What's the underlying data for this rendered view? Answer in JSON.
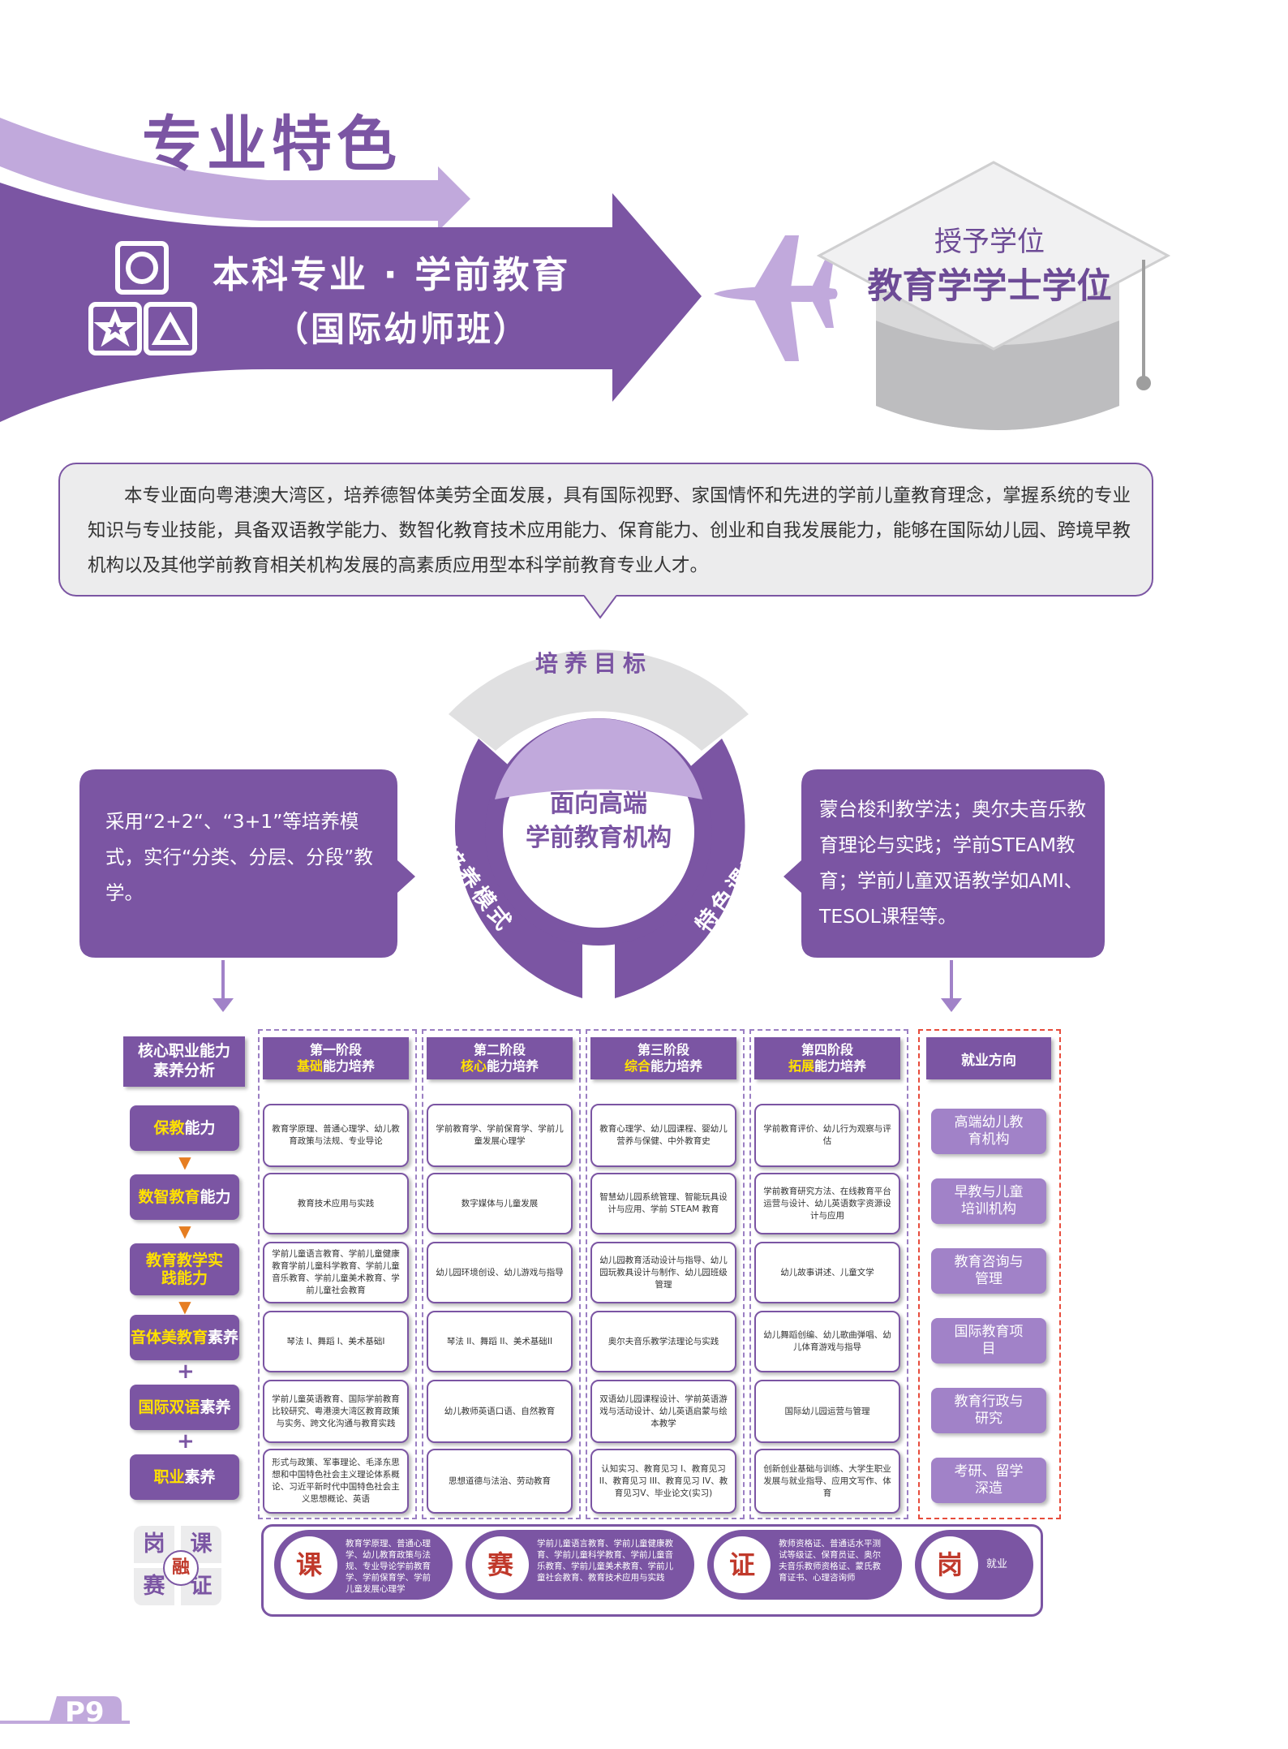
{
  "header": {
    "title": "专业特色",
    "major_line1": "本科专业 · 学前教育",
    "major_line2": "（国际幼师班）",
    "degree_label": "授予学位",
    "degree_name": "教育学学士学位"
  },
  "intro": "本专业面向粤港澳大湾区，培养德智体美劳全面发展，具有国际视野、家国情怀和先进的学前儿童教育理念，掌握系统的专业知识与专业技能，具备双语教学能力、数智化教育技术应用能力、保育能力、创业和自我发展能力，能够在国际幼儿园、跨境早教机构以及其他学前教育相关机构发展的高素质应用型本科学前教育专业人才。",
  "ring": {
    "top_label": "培养目标",
    "left_label": "培养模式",
    "right_label": "特色课程",
    "center_line1": "面向高端",
    "center_line2": "学前教育机构"
  },
  "left_box": {
    "text": "采用“2+2“、“3+1”等培养模式，实行“分类、分层、分段”教学。"
  },
  "right_box": {
    "text": "蒙台梭利教学法；奥尔夫音乐教育理论与实践；学前STEAM教育；学前儿童双语教学如AMI、TESOL课程等。"
  },
  "core": {
    "head_line1": "核心职业能力",
    "head_line2": "素养分析",
    "abilities": [
      {
        "hl": "保教",
        "rest": "能力"
      },
      {
        "hl": "数智教育",
        "rest": "能力"
      },
      {
        "hl": "教育教学实践能力",
        "rest": ""
      },
      {
        "hl": "音体美教育",
        "rest": "素养"
      },
      {
        "hl": "国际双语",
        "rest": "素养"
      },
      {
        "hl": "职业",
        "rest": "素养"
      }
    ],
    "connectors": [
      "arrow",
      "arrow",
      "arrow",
      "plus",
      "plus"
    ]
  },
  "stages": [
    {
      "name": "第一阶段",
      "hl": "基础",
      "rest": "能力培养",
      "cells": [
        "教育学原理、普通心理学、幼儿教育政策与法规、专业导论",
        "教育技术应用与实践",
        "学前儿童语言教育、学前儿童健康教育学前儿童科学教育、学前儿童音乐教育、学前儿童美术教育、学前儿童社会教育",
        "琴法 I、舞蹈 I、美术基础I",
        "学前儿童英语教育、国际学前教育比较研究、粤港澳大湾区教育政策与实务、跨文化沟通与教育实践",
        "形式与政策、军事理论、毛泽东思想和中国特色社会主义理论体系概论、习近平新时代中国特色社会主义思想概论、英语"
      ]
    },
    {
      "name": "第二阶段",
      "hl": "核心",
      "rest": "能力培养",
      "cells": [
        "学前教育学、学前保育学、学前儿童发展心理学",
        "数字媒体与儿童发展",
        "幼儿园环境创设、幼儿游戏与指导",
        "琴法 II、舞蹈 II、美术基础II",
        "幼儿教师英语口语、自然教育",
        "思想道德与法治、劳动教育"
      ]
    },
    {
      "name": "第三阶段",
      "hl": "综合",
      "rest": "能力培养",
      "cells": [
        "教育心理学、幼儿园课程、婴幼儿营养与保健、中外教育史",
        "智慧幼儿园系统管理、智能玩具设计与应用、学前 STEAM 教育",
        "幼儿园教育活动设计与指导、幼儿园玩教具设计与制作、幼儿园班级管理",
        "奥尔夫音乐教学法理论与实践",
        "双语幼儿园课程设计、学前英语游戏与活动设计、幼儿英语启蒙与绘本教学",
        "认知实习、教育见习 I、教育见习 II、教育见习 III、教育见习 IV、教育见习V、毕业论文(实习)"
      ]
    },
    {
      "name": "第四阶段",
      "hl": "拓展",
      "rest": "能力培养",
      "cells": [
        "学前教育评价、幼儿行为观察与评估",
        "学前教育研究方法、在线教育平台运营与设计、幼儿英语数字资源设计与应用",
        "幼儿故事讲述、儿童文学",
        "幼儿舞蹈创编、幼儿歌曲弹唱、幼儿体育游戏与指导",
        "国际幼儿园运营与管理",
        "创新创业基础与训练、大学生职业发展与就业指导、应用文写作、体育"
      ]
    }
  ],
  "jobs": {
    "head": "就业方向",
    "items": [
      "高端幼儿教育机构",
      "早教与儿童培训机构",
      "教育咨询与管理",
      "国际教育项目",
      "教育行政与研究",
      "考研、留学深造"
    ]
  },
  "fusion": {
    "cells": [
      "岗",
      "课",
      "融",
      "赛",
      "证"
    ],
    "pills": [
      {
        "char": "课",
        "text": "教育学原理、普通心理学、幼儿教育政策与法规、专业导论学前教育学、学前保育学、学前儿童发展心理学"
      },
      {
        "char": "赛",
        "text": "学前儿童语言教育、学前儿童健康教育、学前儿童科学教育、学前儿童音乐教育、学前儿童美术教育、学前儿童社会教育、教育技术应用与实践"
      },
      {
        "char": "证",
        "text": "教师资格证、普通话水平测试等级证、保育员证、奥尔夫音乐教师资格证、蒙氏教育证书、心理咨询师"
      },
      {
        "char": "岗",
        "text": "就业"
      }
    ]
  },
  "footer": {
    "page": "P9"
  },
  "colors": {
    "primary": "#7b55a3",
    "light": "#c1a9dc",
    "highlight": "#ffe100",
    "gray": "#d9d9da",
    "red": "#c0392b"
  }
}
